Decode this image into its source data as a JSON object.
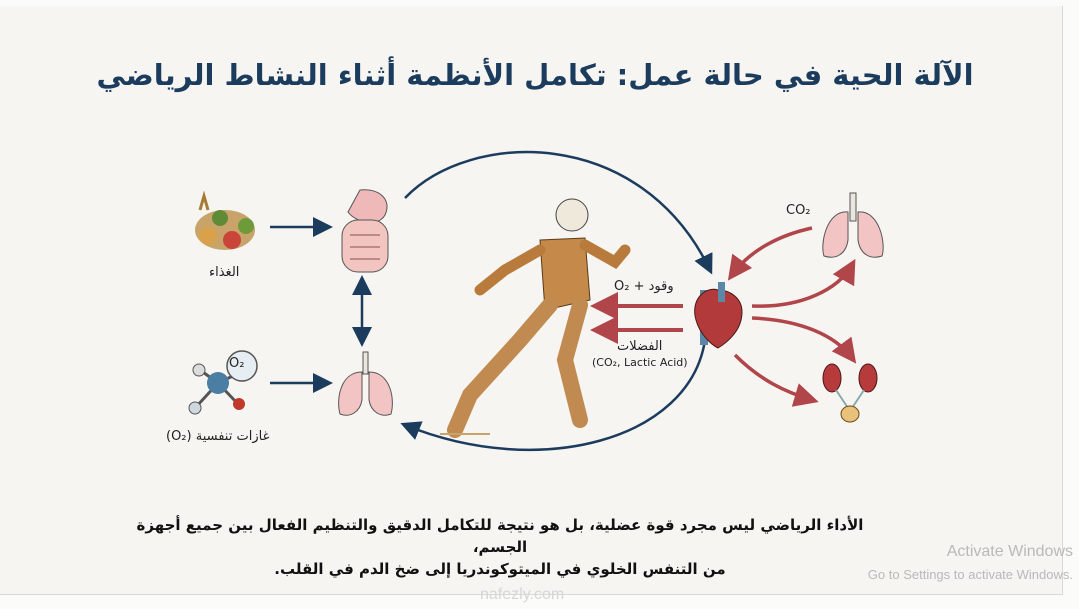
{
  "title": "الآلة الحية في حالة عمل: تكامل الأنظمة أثناء النشاط الرياضي",
  "labels": {
    "food": "الغذاء",
    "gases": "غازات تنفسية (O₂)",
    "o2_molecule": "O₂",
    "fuel": "وقود + O₂",
    "waste": "الفضلات",
    "waste_detail": "(CO₂, Lactic Acid)",
    "co2": "CO₂"
  },
  "caption": {
    "line1": "الأداء الرياضي ليس مجرد قوة عضلية، بل هو نتيجة للتكامل الدقيق والتنظيم الفعال بين جميع أجهزة الجسم،",
    "line2": "من التنفس الخلوي في الميتوكوندريا إلى ضخ الدم في القلب."
  },
  "overlay": {
    "activate_title": "Activate Windows",
    "activate_sub": "Go to Settings to activate Windows.",
    "watermark": "nafezly.com"
  },
  "colors": {
    "navy": "#1c3c5e",
    "red_arrow": "#b0454a",
    "lung": "#f2c4c4",
    "heart": "#b23a3a"
  }
}
